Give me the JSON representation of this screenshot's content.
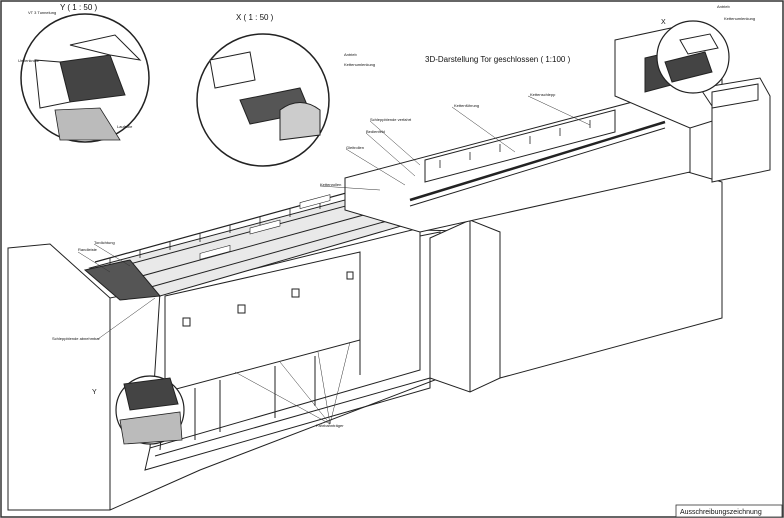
{
  "drawing": {
    "title": "3D-Darstellung Tor geschlossen  ( 1:100 )",
    "stamp": "Ausschreibungszeichnung"
  },
  "details": {
    "y": {
      "mark": "Y ( 1 : 50 )",
      "callout": "Y",
      "labels": [
        "VT 3 Tunnelung",
        "Umlenkrolle",
        "Laufrolle"
      ]
    },
    "x": {
      "mark": "X ( 1 : 50 )",
      "callout": "X",
      "labels": [
        "Antrieb",
        "Kettenumlenkung"
      ]
    },
    "x_small": {
      "labels": [
        "Antrieb",
        "Kettenumlenkung"
      ]
    }
  },
  "callouts": [
    "Kettenführung",
    "Kettenschlepp",
    "Schleppblende verfahrt",
    "Bedienfeld",
    "Gleitrollen",
    "Kettenrollen",
    "Tordichtung",
    "Randleiste",
    "Schleppblende abnehmbar",
    "Fahrbahnträger"
  ]
}
